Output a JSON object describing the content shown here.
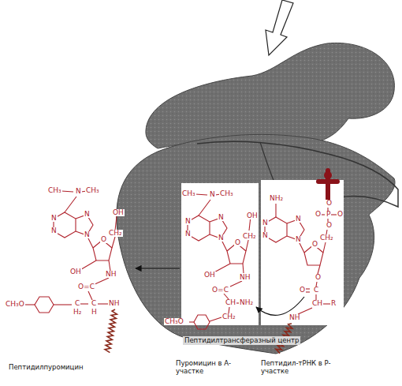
{
  "diagram": {
    "labels": [
      "CH₃",
      "N",
      "CH₃",
      "N",
      "N",
      "N",
      "N",
      "O",
      "CH₂",
      "OH",
      "OH",
      "NH",
      "O=C",
      "C",
      "H",
      "C",
      "H₂",
      "CH₃O",
      "NH",
      "CH₃",
      "N",
      "CH₃",
      "N",
      "N",
      "N",
      "N",
      "O",
      "CH₂",
      "OH",
      "OH",
      "NH",
      "O=C",
      "CH",
      "NH₂",
      "CH₂",
      "CH₃O",
      "NH₂",
      "N",
      "N",
      "N",
      "N",
      "O",
      "CH₂",
      "O",
      "P",
      "O",
      "O",
      "O",
      "O",
      "C",
      "O",
      "CH",
      "R",
      "NH",
      "Пептидилпуромицин",
      "Пуромицин в А-участке",
      "Пептидил-тРНК в Р-участке",
      "Пептидилтрансферазный центр"
    ]
  }
}
